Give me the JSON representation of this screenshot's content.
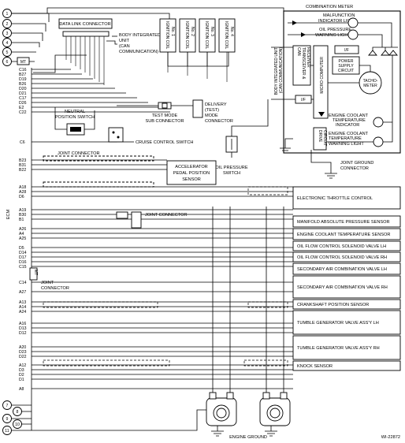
{
  "connector_numbers": [
    "1",
    "2",
    "3",
    "4",
    "5",
    "6",
    "7",
    "8",
    "9",
    "10",
    "11"
  ],
  "top": {
    "data_link_connector": "DATA LINK CONNECTOR",
    "body_integrated_unit": [
      "BODY INTEGRATED",
      "UNIT",
      "(CAN",
      "COMMUNICATION)"
    ],
    "ignition_coils": [
      [
        "IGNITION COIL",
        "No. 1"
      ],
      [
        "IGNITION COIL",
        "No. 2"
      ],
      [
        "IGNITION COIL",
        "No. 3"
      ],
      [
        "IGNITION COIL",
        "No. 4"
      ]
    ],
    "mt_badge": "MT"
  },
  "meter": {
    "combination_meter": "COMBINATION METER",
    "malfunction_light": [
      "MALFUNCTION",
      "INDICATOR LIGHT"
    ],
    "oil_pressure_light": [
      "OIL PRESSURE",
      "WARNING LIGHT"
    ],
    "if_label": "I/F",
    "power_supply": [
      "POWER",
      "SUPPLY",
      "CIRCUIT"
    ],
    "can_transceiver": [
      "CAN",
      "TRANSCEIVER &",
      "RECEIVER"
    ],
    "micro_computer": "MICRO COMPUTER",
    "tachometer": [
      "TACHO-",
      "METER"
    ],
    "body_unit_vertical": [
      "BODY INTEGRATED UNIT",
      "(CAN COMMUNICATION)"
    ],
    "if_label_2": "I/F",
    "coolant_indicator": [
      "ENGINE COOLANT",
      "TEMPERATURE",
      "INDICATOR"
    ],
    "drive_circuit": [
      "DRIVE",
      "CIRCUIT"
    ],
    "coolant_warning": [
      "ENGINE COOLANT",
      "TEMPERATURE",
      "WARNING LIGHT"
    ],
    "joint_ground_connector": [
      "JOINT GROUND",
      "CONNECTOR"
    ]
  },
  "middle": {
    "neutral_switch": [
      "NEUTRAL",
      "POSITION SWITCH"
    ],
    "test_mode": [
      "TEST MODE",
      "SUB CONNECTOR"
    ],
    "delivery": [
      "DELIVERY",
      "(TEST)",
      "MODE",
      "CONNECTOR"
    ],
    "cruise_control": "CRUISE CONTROL SWITCH",
    "oil_pressure_switch": [
      "OIL PRESSURE",
      "SWITCH"
    ],
    "joint_connector": "JOINT CONNECTOR",
    "accelerator_sensor": [
      "ACCELERATOR",
      "PEDAL POSITION",
      "SENSOR"
    ],
    "joint_connector_2": "JOINT CONNECTOR",
    "joint_connector_3": [
      "JOINT",
      "CONNECTOR"
    ],
    "mt_badge_2": "MT",
    "ecm": "ECM"
  },
  "ecm_pins": {
    "group1": [
      "C16",
      "B27",
      "D19",
      "B26",
      "D20",
      "D21",
      "C17",
      "D26",
      "E2",
      "C22"
    ],
    "c6": "C6",
    "group2": [
      "B23",
      "B31",
      "B22"
    ],
    "group3": [
      "A18",
      "A28",
      "D6"
    ],
    "group4": [
      "A19",
      "B30",
      "B1",
      "A26",
      "A4",
      "A25",
      "D5",
      "D14",
      "D17",
      "D16",
      "C15"
    ],
    "group5": [
      "C14",
      "A27"
    ],
    "group6": [
      "A13",
      "A14",
      "A24",
      "A16",
      "D13",
      "D12",
      "A20",
      "D23",
      "D22",
      "A12",
      "D3",
      "D2",
      "D1",
      "A8"
    ]
  },
  "components": [
    "ELECTRONIC THROTTLE CONTROL",
    "MANIFOLD ABSOLUTE PRESSURE SENSOR",
    "ENGINE COOLANT TEMPERATURE SENSOR",
    "OIL FLOW CONTROL SOLENOID VALVE LH",
    "OIL FLOW CONTROL SOLENOID VALVE RH",
    "SECONDARY AIR COMBINATION VALVE LH",
    "SECONDARY AIR COMBINATION VALVE RH",
    "CRANKSHAFT POSITION SENSOR",
    "TUMBLE GENERATOR VALVE ASS'Y LH",
    "TUMBLE GENERATOR VALVE ASS'Y RH",
    "KNOCK SENSOR"
  ],
  "engine_ground": "ENGINE GROUND",
  "figure_id": "WI-22872"
}
